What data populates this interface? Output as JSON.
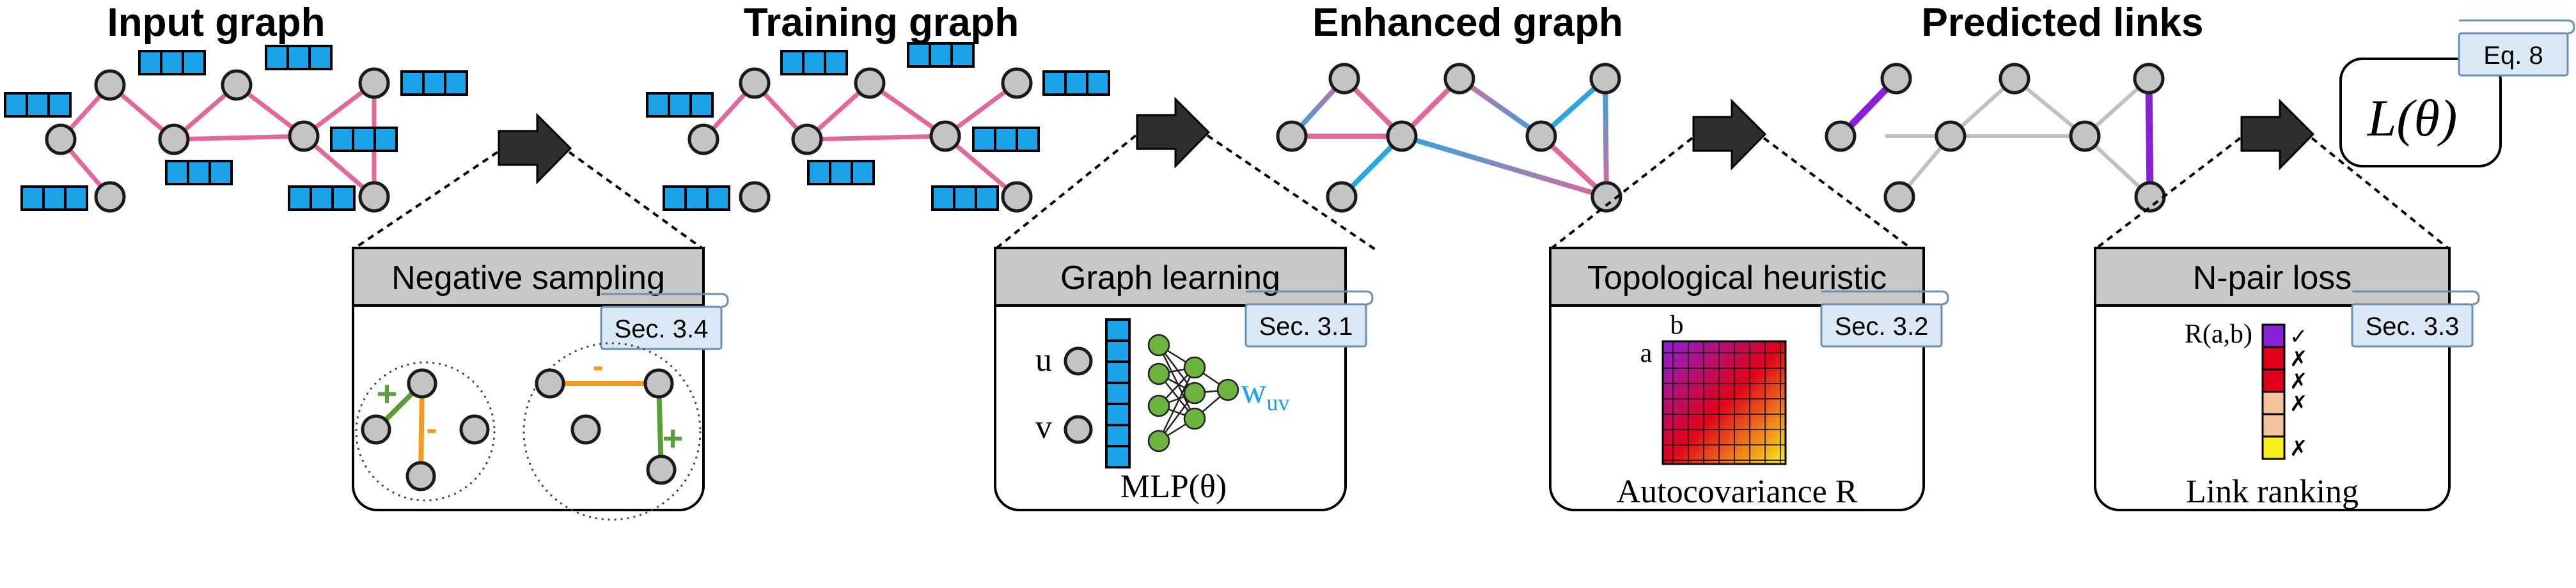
{
  "stages": {
    "input": {
      "title": "Input graph"
    },
    "training": {
      "title": "Training graph"
    },
    "enhanced": {
      "title": "Enhanced graph"
    },
    "predicted": {
      "title": "Predicted links"
    }
  },
  "panels": {
    "negative_sampling": {
      "title": "Negative sampling",
      "ref": "Sec. 3.4",
      "plus": "+",
      "minus": "-"
    },
    "graph_learning": {
      "title": "Graph learning",
      "ref": "Sec. 3.1",
      "node_u": "u",
      "node_v": "v",
      "weight": "w",
      "weight_sub": "uv",
      "caption": "MLP(θ)"
    },
    "topological": {
      "title": "Topological heuristic",
      "ref": "Sec. 3.2",
      "row_label": "a",
      "col_label": "b",
      "caption": "Autocovariance R"
    },
    "npair": {
      "title": "N-pair loss",
      "ref": "Sec. 3.3",
      "score_label": "R(a,b)",
      "caption": "Link ranking",
      "marks": [
        "✓",
        "✗",
        "✗",
        "✗",
        "",
        "✗"
      ]
    }
  },
  "loss": {
    "formula": "L(θ)",
    "ref": "Eq. 8"
  },
  "colors": {
    "edge_pink": "#e0689a",
    "edge_blue": "#29a8e0",
    "edge_purple": "#8a1fd8",
    "feature_blue": "#1aa3e8",
    "positive_green": "#5a9e3a",
    "negative_orange": "#f39b1f",
    "node_gray": "#c4c4c4",
    "rank_colors": [
      "#8a1fd8",
      "#e0001a",
      "#e0001a",
      "#f4c39c",
      "#f4c39c",
      "#f7f01c"
    ]
  }
}
